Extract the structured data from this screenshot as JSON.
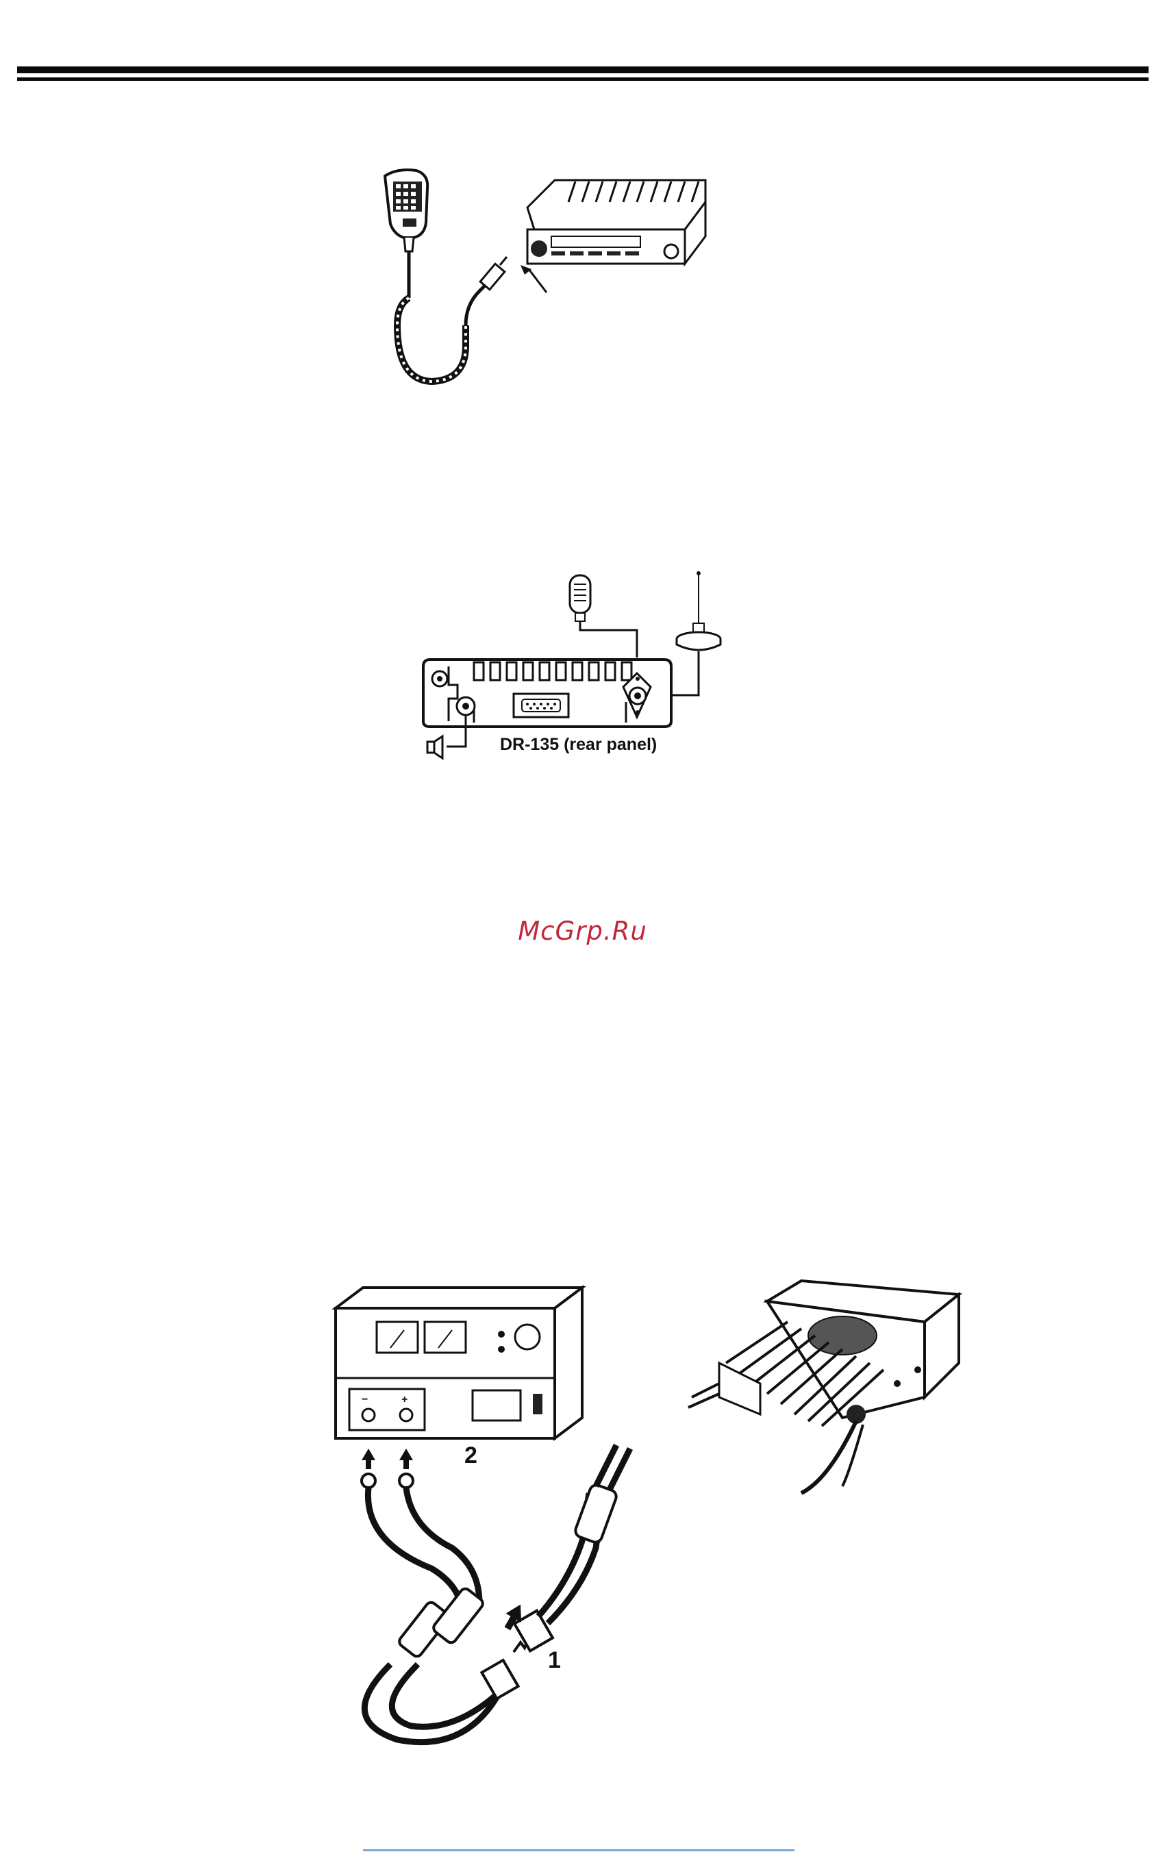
{
  "page": {
    "watermark": "McGrp.Ru",
    "watermark_color": "#c0273a",
    "rule_color": "#0a0a0a",
    "bottom_line_color": "#7aa7d6"
  },
  "figure_rear_panel": {
    "caption": "DR-135 (rear panel)"
  },
  "figure_power": {
    "callout_1": "1",
    "callout_2": "2",
    "terminal_minus": "−",
    "terminal_plus": "+"
  }
}
